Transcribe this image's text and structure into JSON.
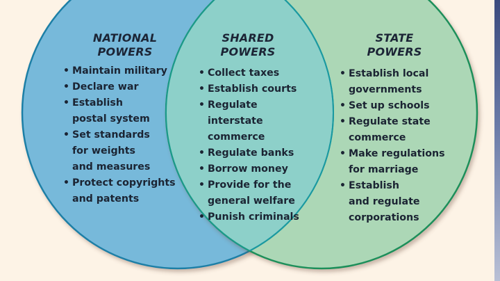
{
  "diagram": {
    "type": "venn",
    "colors": {
      "background": "#fdf3e6",
      "national_fill": "#77b9da",
      "national_stroke": "#1f7fa6",
      "state_fill": "#acd7b6",
      "state_stroke": "#1e8f5a",
      "shared_fill": "#8dd0c9",
      "text": "#1b2433"
    },
    "sections": {
      "national": {
        "heading_line1": "NATIONAL",
        "heading_line2": "POWERS",
        "items": [
          "Maintain military",
          "Declare war",
          "Establish\npostal system",
          "Set standards\nfor weights\nand measures",
          "Protect copyrights\nand patents"
        ]
      },
      "shared": {
        "heading_line1": "SHARED",
        "heading_line2": "POWERS",
        "items": [
          "Collect taxes",
          "Establish courts",
          "Regulate interstate\ncommerce",
          "Regulate banks",
          "Borrow money",
          "Provide for the\ngeneral welfare",
          "Punish criminals"
        ]
      },
      "state": {
        "heading_line1": "STATE",
        "heading_line2": "POWERS",
        "items": [
          "Establish local\ngovernments",
          "Set up schools",
          "Regulate state\ncommerce",
          "Make regulations\nfor marriage",
          "Establish\nand regulate\ncorporations"
        ]
      }
    },
    "bullet_glyph": "•"
  }
}
